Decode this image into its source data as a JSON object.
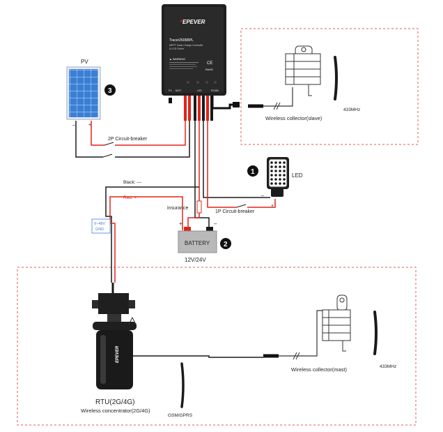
{
  "controller": {
    "brand": "EPEVER",
    "model": "Tracer2606BPL",
    "desc1": "MPPT Solar Charge Controller",
    "desc2": "& LED Driver",
    "warning": "▲ WARNING",
    "ce_mark": "CE",
    "rohs_mark": "RoHS",
    "terminals": [
      "PV",
      "BATT",
      "LED",
      "RS485"
    ]
  },
  "pv": {
    "label": "PV",
    "minus": "–",
    "plus": "+",
    "marker": "3"
  },
  "breakers": {
    "two_pole": "2P Circuit-breaker",
    "one_pole": "1P Circuit-breaker",
    "insurance": "insurance"
  },
  "wires": {
    "black": "Black: —",
    "red": "Red: +"
  },
  "rtu_note": {
    "line1": "9~48V",
    "line2": "GND"
  },
  "battery": {
    "label": "BATTERY",
    "voltage": "12V/24V",
    "plus": "+",
    "minus": "–",
    "marker": "2"
  },
  "led": {
    "label": "LED",
    "marker": "1",
    "minus": "–",
    "plus": "+"
  },
  "slave": {
    "label": "Wireless collector(slave)",
    "freq": "433MHz"
  },
  "mast": {
    "label": "Wireless collector(mast)",
    "freq": "433MHz"
  },
  "rtu": {
    "brand": "EPEVER",
    "label": "RTU(2G/4G)",
    "sublabel": "Wireless concentrator(2G/4G)",
    "antenna_label": "GSM/GPRS"
  },
  "colors": {
    "red_wire": "#e2231a",
    "black_wire": "#1a1a1a",
    "dash_border": "#e05a5a",
    "pv_blue": "#3a7fd5",
    "battery_gray": "#b9b9b9",
    "note_blue": "#4a7fd0"
  }
}
